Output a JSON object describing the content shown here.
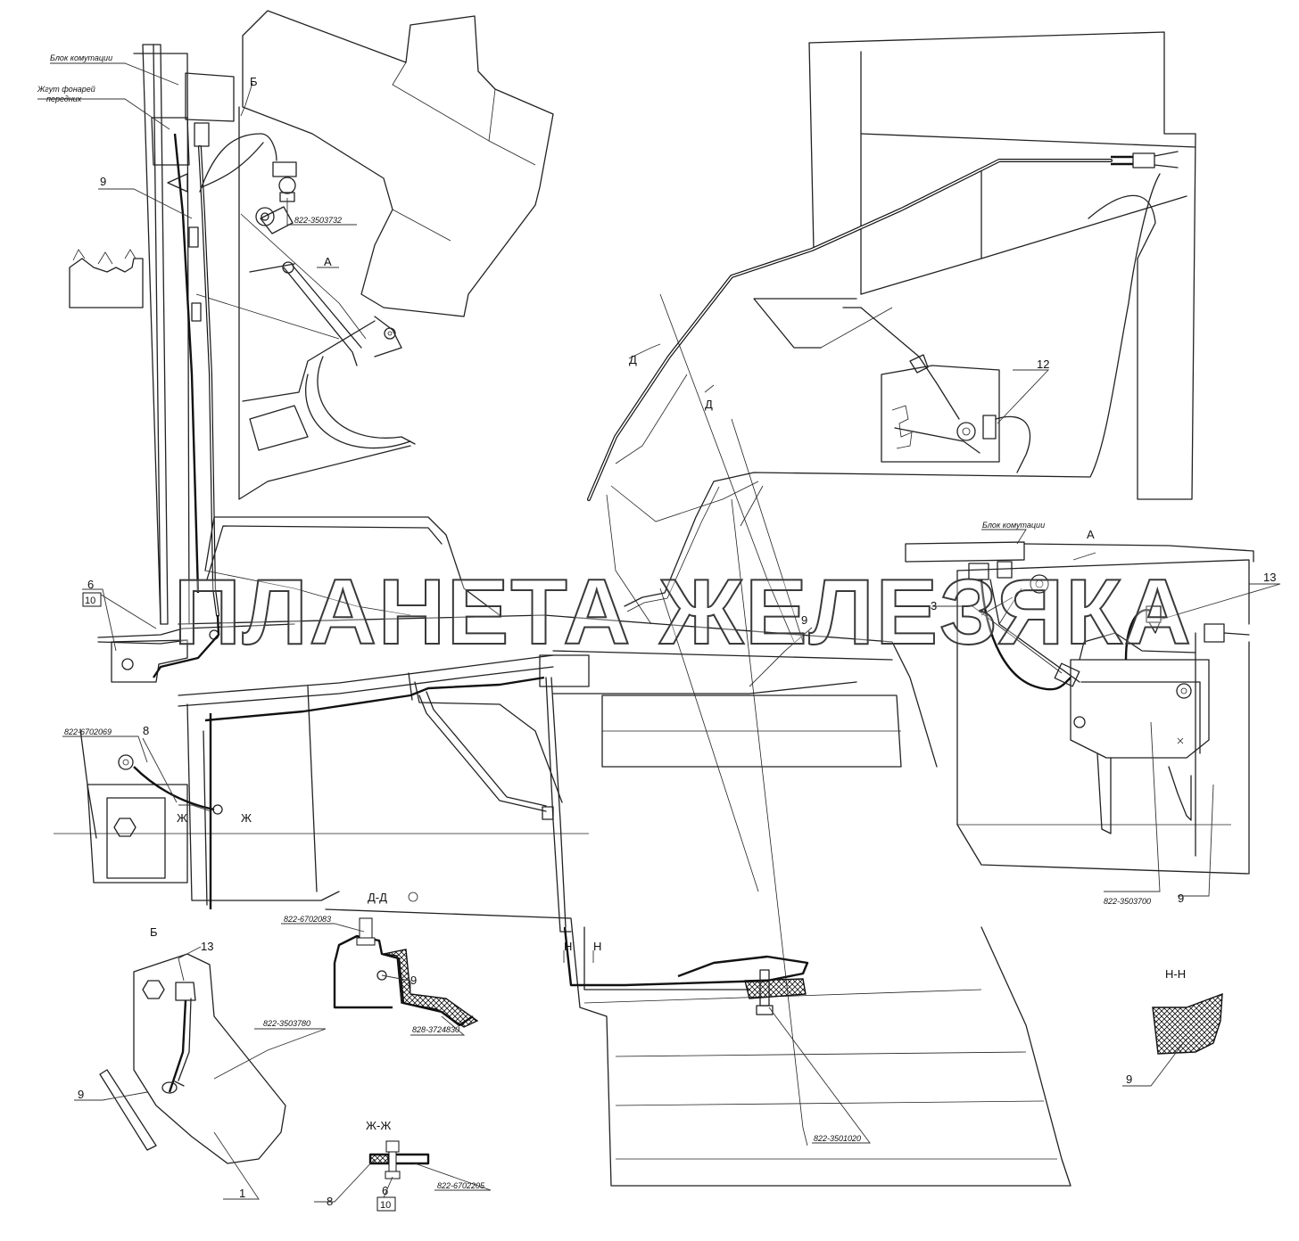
{
  "watermark": "ПЛАНЕТА ЖЕЛЕЗЯКА",
  "labels": {
    "blok_komutacii_top": "Блок комутации",
    "zhgut_l1": "Жгут фонарей",
    "zhgut_l2": "передних",
    "sec_b_top": "Б",
    "pos9_left": "9",
    "part_3732": "822-3503732",
    "view_a_top": "А",
    "pos6_left": "6",
    "pos10_left": "10",
    "part_6702069": "822-6702069",
    "pos8_left": "8",
    "zh_left": "Ж",
    "zh_right": "Ж",
    "d_left": "Д",
    "d_right": "Д",
    "pos12": "12",
    "blok_komutacii_right": "Блок комутации",
    "view_a_right": "А",
    "pos13_right": "13",
    "pos3": "3",
    "pos9_mid": "9",
    "n_left": "Н",
    "n_right": "Н",
    "part_3700": "822-3503700",
    "pos9_right": "9",
    "view_b_label": "Б",
    "pos13_b": "13",
    "part_3780": "822-3503780",
    "pos9_b": "9",
    "pos1": "1",
    "sec_dd": "Д-Д",
    "part_6702083": "822-6702083",
    "pos9_dd": "9",
    "part_3724830": "828-3724830",
    "sec_zhzh": "Ж-Ж",
    "pos8_zz": "8",
    "part_6702205": "822-6702205",
    "pos6_zz": "6",
    "pos10_zz": "10",
    "sec_nn": "Н-Н",
    "pos9_nn": "9",
    "part_3501020": "822-3501020"
  }
}
